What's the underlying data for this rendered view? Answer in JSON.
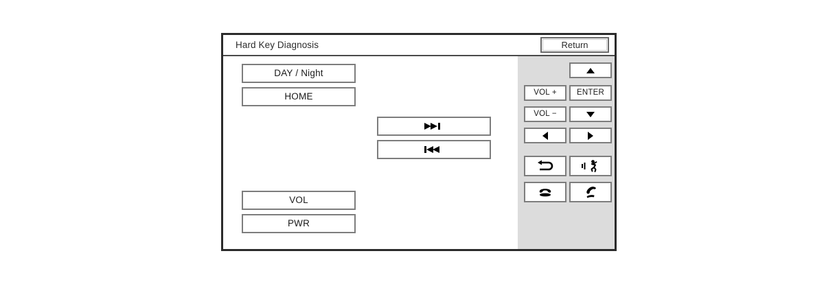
{
  "screen": {
    "title": "Hard Key Diagnosis",
    "return_label": "Return",
    "panel_color": "#dcdcdc",
    "frame_color": "#2b2b2b",
    "key_border_color": "#7d7d7d"
  },
  "left_keys": [
    {
      "name": "day-night",
      "label": "DAY / Night"
    },
    {
      "name": "home",
      "label": "HOME"
    },
    {
      "name": "vol",
      "label": "VOL"
    },
    {
      "name": "pwr",
      "label": "PWR"
    }
  ],
  "media_keys": [
    {
      "name": "next-track",
      "icon": "next-track-icon",
      "glyph": "▶▶❘"
    },
    {
      "name": "previous-track",
      "icon": "previous-track-icon",
      "glyph": "❘◀◀"
    }
  ],
  "pad_keys": [
    {
      "name": "up",
      "icon": "arrow-up-icon",
      "label": "▲"
    },
    {
      "name": "vol-up",
      "icon": "",
      "label": "VOL +"
    },
    {
      "name": "enter",
      "icon": "",
      "label": "ENTER"
    },
    {
      "name": "vol-down",
      "icon": "",
      "label": "VOL −"
    },
    {
      "name": "down",
      "icon": "arrow-down-icon",
      "label": "▼"
    },
    {
      "name": "left",
      "icon": "arrow-left-icon",
      "label": "◀"
    },
    {
      "name": "right",
      "icon": "arrow-right-icon",
      "label": "▶"
    },
    {
      "name": "back",
      "icon": "back-arrow-icon",
      "label": ""
    },
    {
      "name": "voice",
      "icon": "voice-recognition-icon",
      "label": ""
    },
    {
      "name": "end-call",
      "icon": "phone-hangup-icon",
      "label": ""
    },
    {
      "name": "call",
      "icon": "phone-call-icon",
      "label": ""
    }
  ]
}
